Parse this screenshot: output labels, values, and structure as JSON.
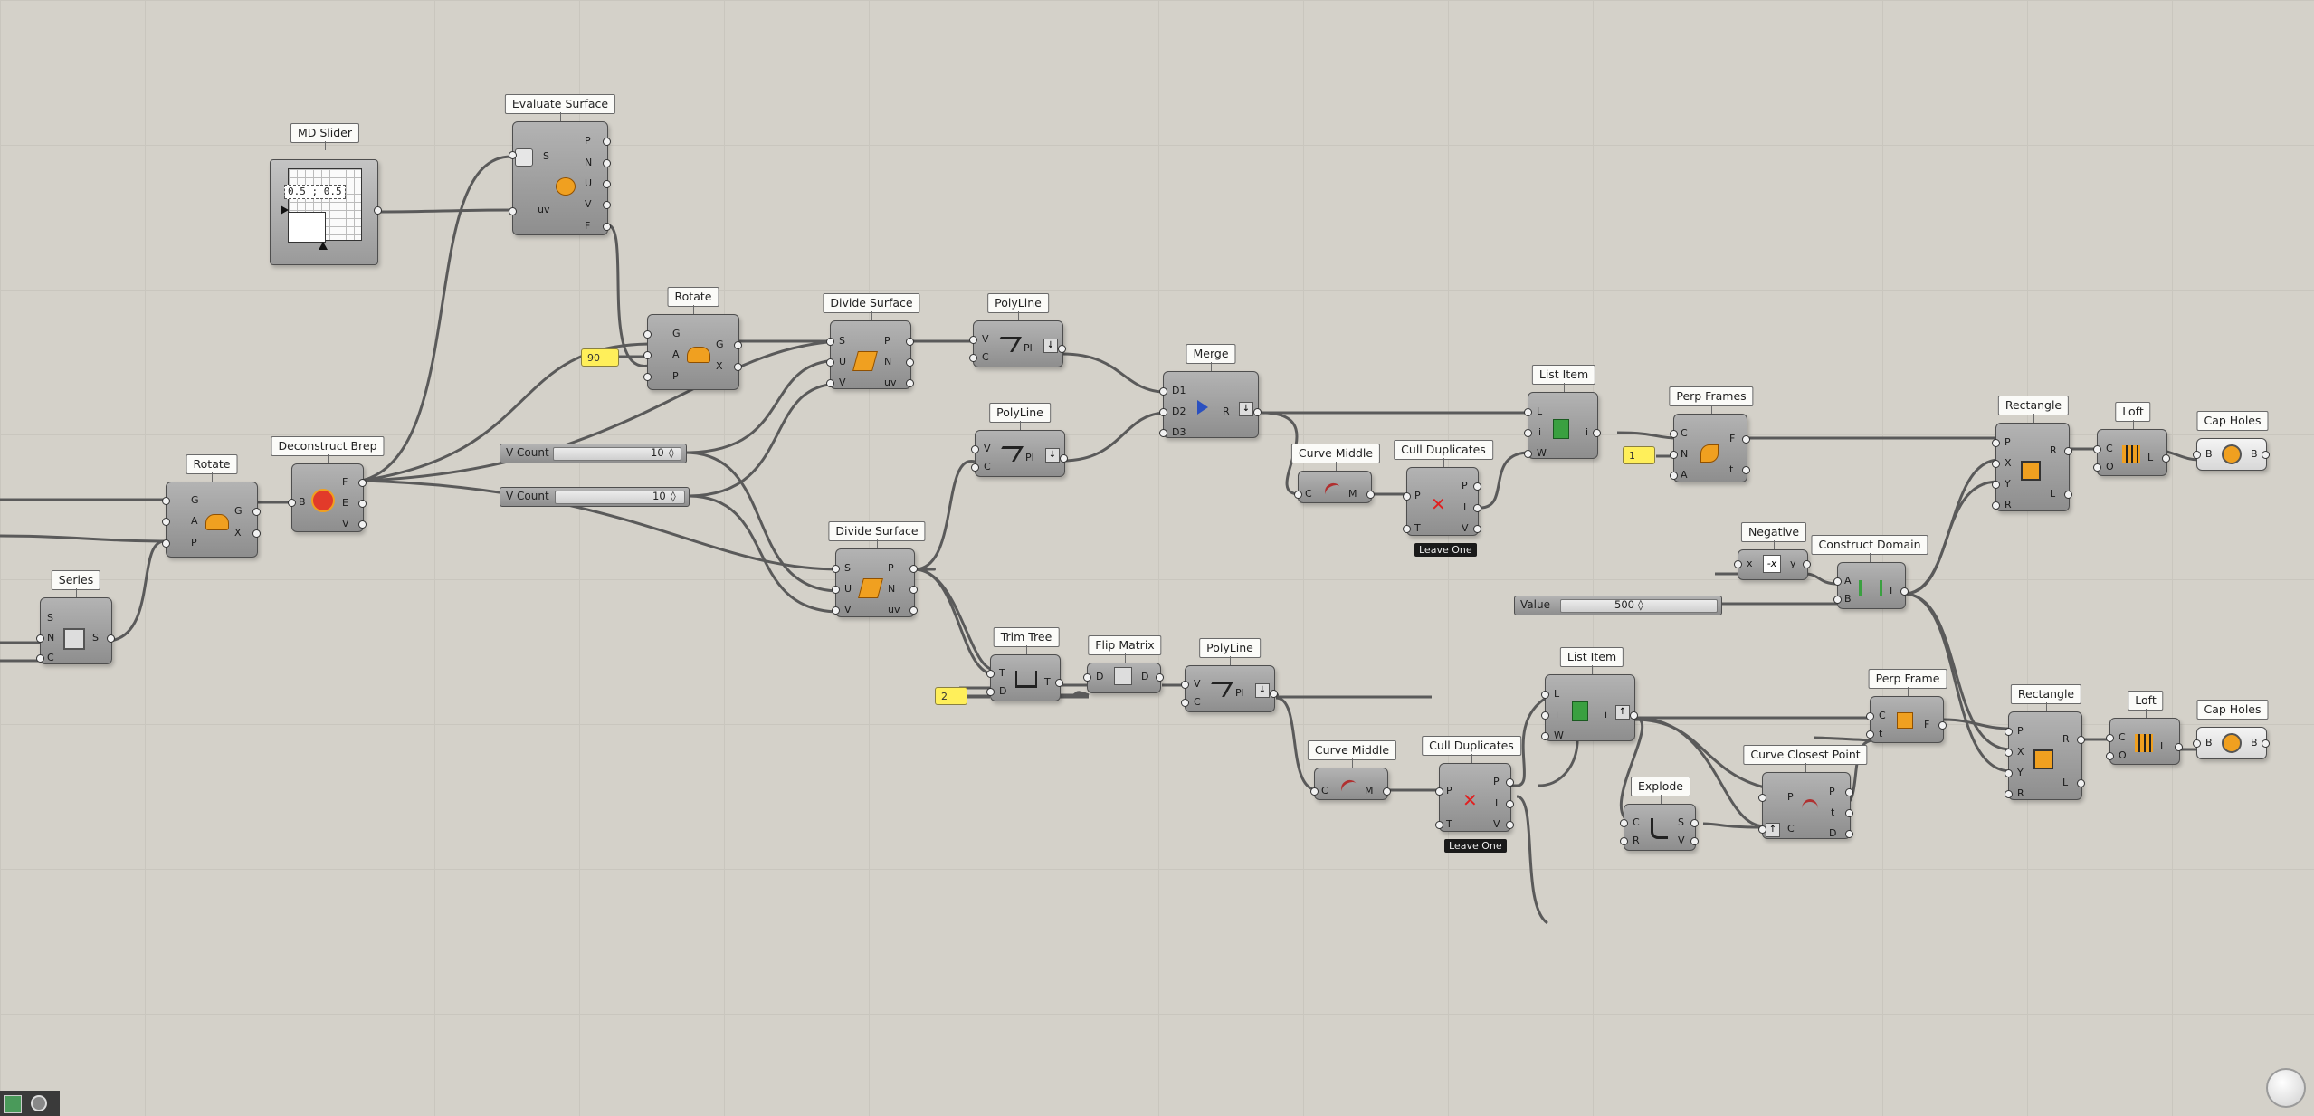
{
  "colors": {
    "canvas": "#d4d1c9",
    "component": "#9e9e9e",
    "wire": "#5a5a5a",
    "panel": "#ffef5a"
  },
  "status_icons": [
    "grasshopper-canvas-icon",
    "settings-gear-icon"
  ],
  "components": {
    "md_slider": {
      "title": "MD Slider",
      "value": "0.5 ; 0.5"
    },
    "evaluate_surface": {
      "title": "Evaluate Surface",
      "inputs": [
        "S",
        "uv"
      ],
      "outputs": [
        "P",
        "N",
        "U",
        "V",
        "F"
      ],
      "icon": "evaluate-surface-icon"
    },
    "rotate_1": {
      "title": "Rotate",
      "inputs": [
        "G",
        "A",
        "P"
      ],
      "outputs": [
        "G",
        "X"
      ],
      "icon": "rotate-icon"
    },
    "rotate_2": {
      "title": "Rotate",
      "inputs": [
        "G",
        "A",
        "P"
      ],
      "outputs": [
        "G",
        "X"
      ],
      "icon": "rotate-icon"
    },
    "series": {
      "title": "Series",
      "inputs": [
        "S",
        "N",
        "C"
      ],
      "outputs": [
        "S"
      ],
      "icon": "series-icon"
    },
    "deconstruct_brep": {
      "title": "Deconstruct Brep",
      "inputs": [
        "B"
      ],
      "outputs": [
        "F",
        "E",
        "V"
      ],
      "icon": "deconstruct-brep-icon"
    },
    "divide_surface_1": {
      "title": "Divide Surface",
      "inputs": [
        "S",
        "U",
        "V"
      ],
      "outputs": [
        "P",
        "N",
        "uv"
      ],
      "icon": "divide-surface-icon"
    },
    "divide_surface_2": {
      "title": "Divide Surface",
      "inputs": [
        "S",
        "U",
        "V"
      ],
      "outputs": [
        "P",
        "N",
        "uv"
      ],
      "icon": "divide-surface-icon"
    },
    "polyline_1": {
      "title": "PolyLine",
      "inputs": [
        "V",
        "C"
      ],
      "outputs": [
        "Pl"
      ],
      "icon": "polyline-icon"
    },
    "polyline_2": {
      "title": "PolyLine",
      "inputs": [
        "V",
        "C"
      ],
      "outputs": [
        "Pl"
      ],
      "icon": "polyline-icon"
    },
    "polyline_3": {
      "title": "PolyLine",
      "inputs": [
        "V",
        "C"
      ],
      "outputs": [
        "Pl"
      ],
      "icon": "polyline-icon"
    },
    "merge": {
      "title": "Merge",
      "inputs": [
        "D1",
        "D2",
        "D3"
      ],
      "outputs": [
        "R"
      ],
      "icon": "merge-icon"
    },
    "curve_middle_1": {
      "title": "Curve Middle",
      "inputs": [
        "C"
      ],
      "outputs": [
        "M"
      ],
      "icon": "curve-middle-icon"
    },
    "curve_middle_2": {
      "title": "Curve Middle",
      "inputs": [
        "C"
      ],
      "outputs": [
        "M"
      ],
      "icon": "curve-middle-icon"
    },
    "cull_duplicates_1": {
      "title": "Cull Duplicates",
      "inputs": [
        "P",
        "T"
      ],
      "outputs": [
        "P",
        "I",
        "V"
      ],
      "badge": "Leave One",
      "icon": "cull-duplicates-icon"
    },
    "cull_duplicates_2": {
      "title": "Cull Duplicates",
      "inputs": [
        "P",
        "T"
      ],
      "outputs": [
        "P",
        "I",
        "V"
      ],
      "badge": "Leave One",
      "icon": "cull-duplicates-icon"
    },
    "list_item_1": {
      "title": "List Item",
      "inputs": [
        "L",
        "i",
        "W"
      ],
      "outputs": [
        "i"
      ],
      "icon": "list-item-icon"
    },
    "list_item_2": {
      "title": "List Item",
      "inputs": [
        "L",
        "i",
        "W"
      ],
      "outputs": [
        "i"
      ],
      "icon": "list-item-icon"
    },
    "perp_frames": {
      "title": "Perp Frames",
      "inputs": [
        "C",
        "N",
        "A"
      ],
      "outputs": [
        "F",
        "t"
      ],
      "icon": "perp-frames-icon"
    },
    "perp_frame": {
      "title": "Perp Frame",
      "inputs": [
        "C",
        "t"
      ],
      "outputs": [
        "F"
      ],
      "icon": "perp-frame-icon"
    },
    "rectangle_1": {
      "title": "Rectangle",
      "inputs": [
        "P",
        "X",
        "Y",
        "R"
      ],
      "outputs": [
        "R",
        "L"
      ],
      "icon": "rectangle-icon"
    },
    "rectangle_2": {
      "title": "Rectangle",
      "inputs": [
        "P",
        "X",
        "Y",
        "R"
      ],
      "outputs": [
        "R",
        "L"
      ],
      "icon": "rectangle-icon"
    },
    "loft_1": {
      "title": "Loft",
      "inputs": [
        "C",
        "O"
      ],
      "outputs": [
        "L"
      ],
      "icon": "loft-icon"
    },
    "loft_2": {
      "title": "Loft",
      "inputs": [
        "C",
        "O"
      ],
      "outputs": [
        "L"
      ],
      "icon": "loft-icon"
    },
    "cap_holes_1": {
      "title": "Cap Holes",
      "inputs": [
        "B"
      ],
      "outputs": [
        "B"
      ],
      "icon": "cap-holes-icon"
    },
    "cap_holes_2": {
      "title": "Cap Holes",
      "inputs": [
        "B"
      ],
      "outputs": [
        "B"
      ],
      "icon": "cap-holes-icon"
    },
    "negative": {
      "title": "Negative",
      "inputs": [
        "x"
      ],
      "outputs": [
        "y"
      ],
      "icon": "negative-icon"
    },
    "construct_domain": {
      "title": "Construct Domain",
      "inputs": [
        "A",
        "B"
      ],
      "outputs": [
        "I"
      ],
      "icon": "construct-domain-icon"
    },
    "trim_tree": {
      "title": "Trim Tree",
      "inputs": [
        "T",
        "D"
      ],
      "outputs": [
        "T"
      ],
      "icon": "trim-tree-icon"
    },
    "flip_matrix": {
      "title": "Flip Matrix",
      "inputs": [
        "D"
      ],
      "outputs": [
        "D"
      ],
      "icon": "flip-matrix-icon"
    },
    "explode": {
      "title": "Explode",
      "inputs": [
        "C",
        "R"
      ],
      "outputs": [
        "S",
        "V"
      ],
      "icon": "explode-icon"
    },
    "curve_closest_point": {
      "title": "Curve Closest Point",
      "inputs": [
        "P",
        "C"
      ],
      "outputs": [
        "P",
        "t",
        "D"
      ],
      "icon": "curve-closest-point-icon"
    }
  },
  "sliders": {
    "vcount_1": {
      "label": "V Count",
      "value": "10"
    },
    "vcount_2": {
      "label": "V Count",
      "value": "10"
    },
    "value": {
      "label": "Value",
      "value": "500"
    }
  },
  "panels": {
    "angle": "90",
    "perp_count": "1",
    "trim_depth": "2"
  }
}
